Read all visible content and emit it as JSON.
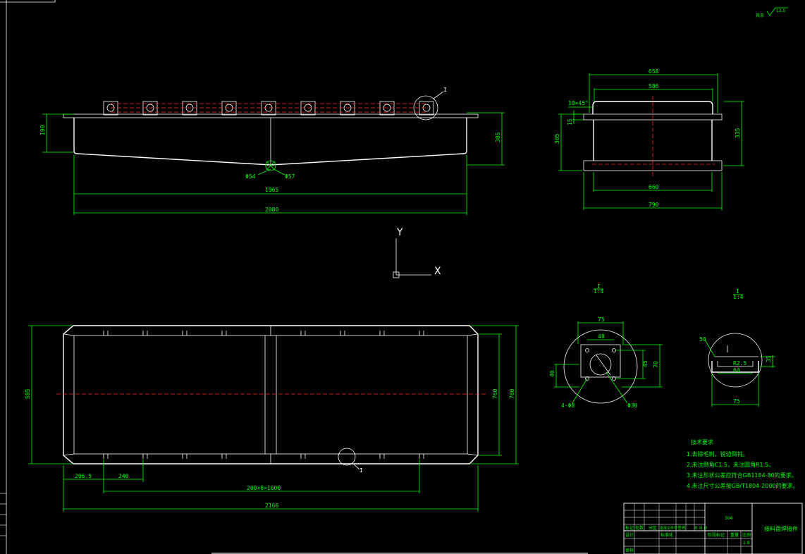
{
  "front_view": {
    "dim_height_left": "190",
    "dim_height_right": "305",
    "dim_hole_a": "Φ54",
    "dim_hole_b": "Φ57",
    "dim_inner_len": "1965",
    "dim_total_len": "2080",
    "detail_callout": "I"
  },
  "side_view": {
    "dim_top_outer": "658",
    "dim_top_inner": "586",
    "dim_chamfer": "10×45°",
    "dim_flange": "15",
    "dim_height_left": "305",
    "dim_height_right": "335",
    "dim_bottom_inner": "660",
    "dim_bottom_outer": "790"
  },
  "ucs": {
    "x_label": "X",
    "y_label": "Y"
  },
  "plan_view": {
    "dim_left_height": "585",
    "dim_right_inner": "760",
    "dim_right_outer": "780",
    "dim_first_pitch": "206.5",
    "dim_pitch": "240",
    "dim_pitch_series": "200×8=1600",
    "dim_total": "2166",
    "detail_callout": "I"
  },
  "detail_a": {
    "label_top": "I",
    "label_scale": "1:4",
    "dim_75": "75",
    "dim_48": "48",
    "dim_45": "45",
    "dim_70": "70",
    "dim_40": "40",
    "dim_holes": "4-Φ8",
    "dim_bore": "Φ30"
  },
  "detail_b": {
    "label_top": "I",
    "label_scale": "1:4",
    "dim_50": "50",
    "dim_r": "R2.5",
    "dim_35": "35",
    "dim_60": "60",
    "dim_75": "75"
  },
  "roughness": {
    "prefix": "其余",
    "value": "12.5"
  },
  "tech_notes": {
    "title": "技术要求",
    "lines": [
      "1.去除毛刺，锐边倒钝。",
      "2.未注倒角C1.5，未注圆角R1.5。",
      "3.未注形状公差应符合GB1184-80的要求。",
      "4.未注尺寸公差按GB/T1804-2000的要求。"
    ]
  },
  "title_block": {
    "material": "304",
    "part_name": "接料盘焊接件",
    "labels": [
      "标记",
      "处数",
      "分区",
      "更改文件号",
      "签名",
      "年.月.日"
    ],
    "row_design": "设计",
    "row_stdz": "标准化",
    "row_review": "审核",
    "stage_label": "阶段标记",
    "weight_label": "重量",
    "scale_label": "比例",
    "scale_value": "1:8"
  },
  "colors": {
    "background": "#000000",
    "object": "#ffffff",
    "dimension": "#00ff00",
    "centerline": "#ff2a2a"
  }
}
